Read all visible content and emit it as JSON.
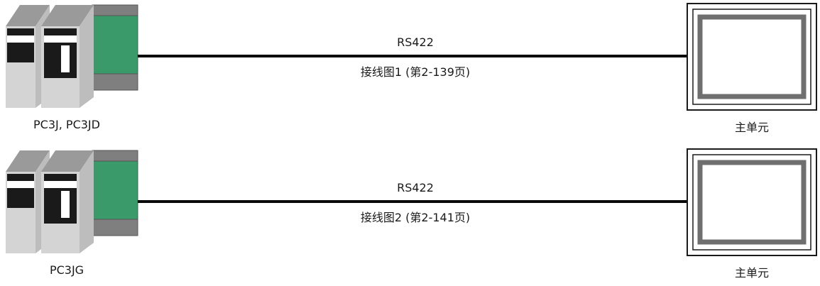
{
  "diagram": {
    "connections": [
      {
        "plc_label": "PC3J, PC3JD",
        "protocol_label": "RS422",
        "wiring_label": "接线图1 (第2-139页)",
        "display_label": "主单元"
      },
      {
        "plc_label": "PC3JG",
        "protocol_label": "RS422",
        "wiring_label": "接线图2 (第2-141页)",
        "display_label": "主单元"
      }
    ]
  }
}
